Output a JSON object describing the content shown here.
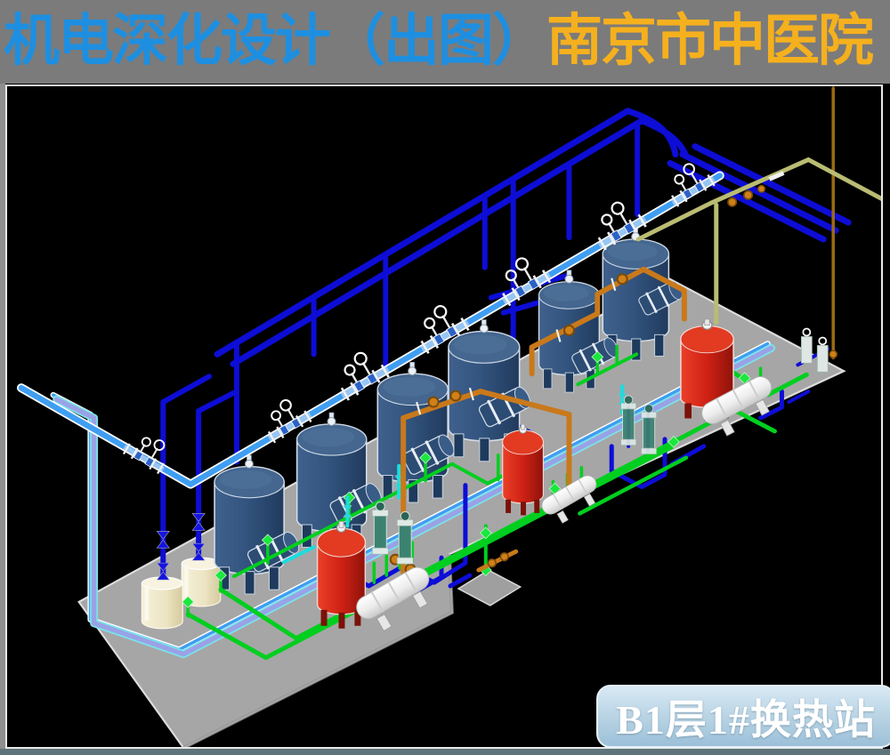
{
  "header": {
    "title_left": "机电深化设计（出图）",
    "title_right": "南京市中医院"
  },
  "caption": {
    "text": "B1层1#换热站"
  },
  "colors": {
    "header_bg": "#7b7b7b",
    "title_left_color": "#1e8fe0",
    "title_right_color": "#f5b01e",
    "viewport_bg": "#000000",
    "viewport_frame": "#e9e9e9",
    "statusbar": "#5f737b",
    "floor": "#a6a6a6",
    "floor_edge": "#dcdcdc",
    "pipe_dark_blue": "#0d0dd6",
    "pipe_sky_blue": "#3f9ef2",
    "pipe_periwinkle": "#9aa2e6",
    "pipe_green": "#00cf1f",
    "pipe_cyan": "#19dede",
    "pipe_orange": "#c9791b",
    "pipe_olive": "#b9bc72",
    "tank_blue": "#2f4f78",
    "tank_red": "#cf2114",
    "tank_cream": "#efe9cc",
    "vessel_white": "#f0f0f0",
    "pump_teal": "#3c8270",
    "caption_bg_top": "#d8e9f4",
    "caption_bg_bottom": "#9cc0d8",
    "caption_text": "#ffffff"
  },
  "equipment": {
    "blue_tanks": 6,
    "red_tanks": 3,
    "cream_tanks": 2,
    "white_vessels": 3,
    "inline_pumps": 4,
    "valve_stations": 7
  }
}
